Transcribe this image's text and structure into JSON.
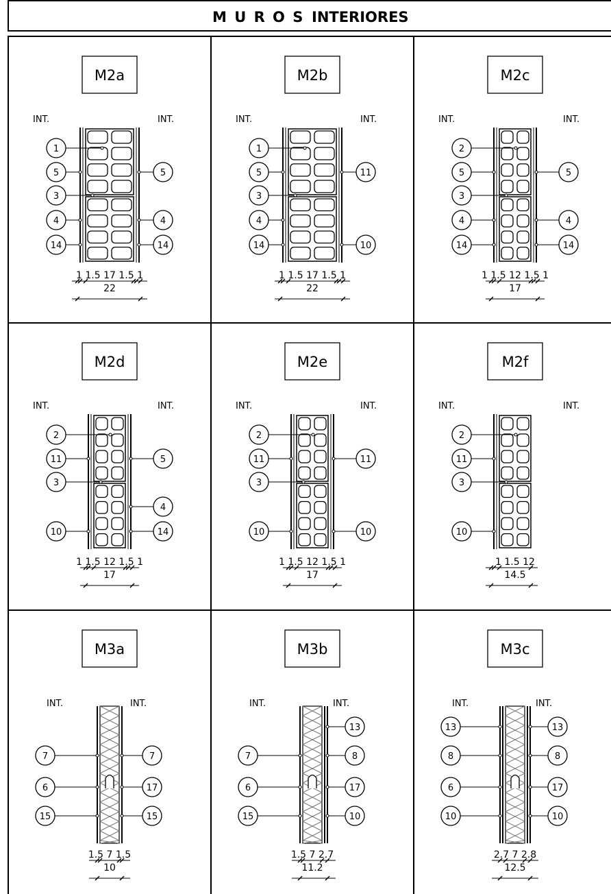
{
  "sheet": {
    "title_left": "M U R O S",
    "title_right": "INTERIORES"
  },
  "panels": [
    {
      "label": "M2a",
      "kind": "brick",
      "wide": true,
      "int_left": "INT.",
      "int_right": "INT.",
      "callouts_left": [
        "1",
        "5",
        "3",
        "4",
        "14"
      ],
      "callouts_right": [
        "",
        "5",
        "",
        "4",
        "14"
      ],
      "dims": [
        "1",
        "1.5",
        "17",
        "1.5",
        "1"
      ],
      "total": "22"
    },
    {
      "label": "M2b",
      "kind": "brick",
      "wide": true,
      "int_left": "INT.",
      "int_right": "INT.",
      "callouts_left": [
        "1",
        "5",
        "3",
        "4",
        "14"
      ],
      "callouts_right": [
        "",
        "11",
        "",
        "",
        "10"
      ],
      "dims": [
        "1",
        "1.5",
        "17",
        "1.5",
        "1"
      ],
      "total": "22"
    },
    {
      "label": "M2c",
      "kind": "brick",
      "wide": false,
      "int_left": "INT.",
      "int_right": "INT.",
      "callouts_left": [
        "2",
        "5",
        "3",
        "4",
        "14"
      ],
      "callouts_right": [
        "",
        "5",
        "",
        "4",
        "14"
      ],
      "dims": [
        "1",
        "1.5",
        "12",
        "1.5",
        "1"
      ],
      "total": "17"
    },
    {
      "label": "M2d",
      "kind": "brick",
      "wide": false,
      "int_left": "INT.",
      "int_right": "INT.",
      "callouts_left": [
        "2",
        "11",
        "3",
        "",
        "10"
      ],
      "callouts_right": [
        "",
        "5",
        "",
        "4",
        "14"
      ],
      "dims": [
        "1",
        "1.5",
        "12",
        "1.5",
        "1"
      ],
      "total": "17"
    },
    {
      "label": "M2e",
      "kind": "brick",
      "wide": false,
      "int_left": "INT.",
      "int_right": "INT.",
      "callouts_left": [
        "2",
        "11",
        "3",
        "",
        "10"
      ],
      "callouts_right": [
        "",
        "11",
        "",
        "",
        "10"
      ],
      "dims": [
        "1",
        "1.5",
        "12",
        "1.5",
        "1"
      ],
      "total": "17"
    },
    {
      "label": "M2f",
      "kind": "brick",
      "wide": false,
      "right_finish": false,
      "int_left": "INT.",
      "int_right": "INT.",
      "callouts_left": [
        "2",
        "11",
        "3",
        "",
        "10"
      ],
      "callouts_right": [
        "",
        "",
        "",
        "",
        ""
      ],
      "dims": [
        "1",
        "1.5",
        "12"
      ],
      "total": "14.5"
    },
    {
      "label": "M3a",
      "kind": "plaster",
      "left_layers": 1,
      "right_layers": 1,
      "int_left": "INT.",
      "int_right": "INT.",
      "callouts_left": [
        "",
        "7",
        "6",
        "15"
      ],
      "callouts_right": [
        "",
        "7",
        "17",
        "15"
      ],
      "dims": [
        "1.5",
        "7",
        "1.5"
      ],
      "total": "10"
    },
    {
      "label": "M3b",
      "kind": "plaster",
      "left_layers": 1,
      "right_layers": 2,
      "int_left": "INT.",
      "int_right": "INT.",
      "callouts_left": [
        "",
        "7",
        "6",
        "15"
      ],
      "callouts_right": [
        "13",
        "8",
        "17",
        "10"
      ],
      "dims": [
        "1.5",
        "7",
        "2.7"
      ],
      "total": "11.2"
    },
    {
      "label": "M3c",
      "kind": "plaster",
      "left_layers": 2,
      "right_layers": 2,
      "int_left": "INT.",
      "int_right": "INT.",
      "callouts_left": [
        "13",
        "8",
        "6",
        "10"
      ],
      "callouts_right": [
        "13",
        "8",
        "17",
        "10"
      ],
      "dims": [
        "2.7",
        "7",
        "2.8"
      ],
      "total": "12.5"
    }
  ]
}
